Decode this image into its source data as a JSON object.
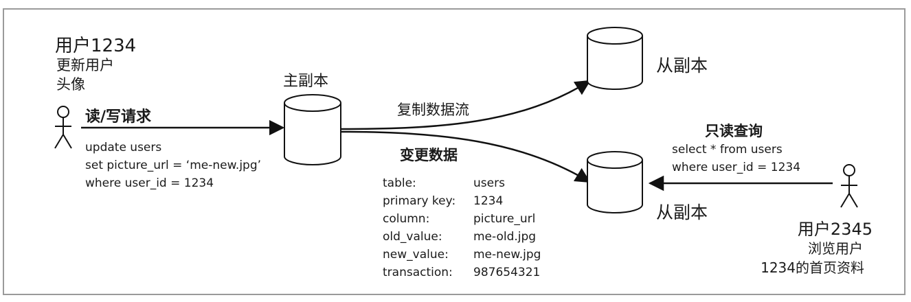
{
  "user1": {
    "name": "用户1234",
    "desc_line1": "更新用户",
    "desc_line2": "头像",
    "request_label": "读/写请求",
    "sql": [
      "update users",
      "set picture_url = ‘me-new.jpg’",
      "where user_id = 1234"
    ]
  },
  "leader": {
    "label": "主副本"
  },
  "replication": {
    "label": "复制数据流"
  },
  "change": {
    "title": "变更数据",
    "rows": [
      {
        "key": "table:",
        "value": "users"
      },
      {
        "key": "primary key:",
        "value": "1234"
      },
      {
        "key": "column:",
        "value": "picture_url"
      },
      {
        "key": "old_value:",
        "value": "me-old.jpg"
      },
      {
        "key": "new_value:",
        "value": "me-new.jpg"
      },
      {
        "key": "transaction:",
        "value": "987654321"
      }
    ]
  },
  "follower1": {
    "label": "从副本"
  },
  "follower2": {
    "label": "从副本"
  },
  "user2": {
    "query_label": "只读查询",
    "sql": [
      "select * from users",
      "where user_id = 1234"
    ],
    "name": "用户2345",
    "desc_line1": "浏览用户",
    "desc_line2": "1234的首页资料"
  }
}
